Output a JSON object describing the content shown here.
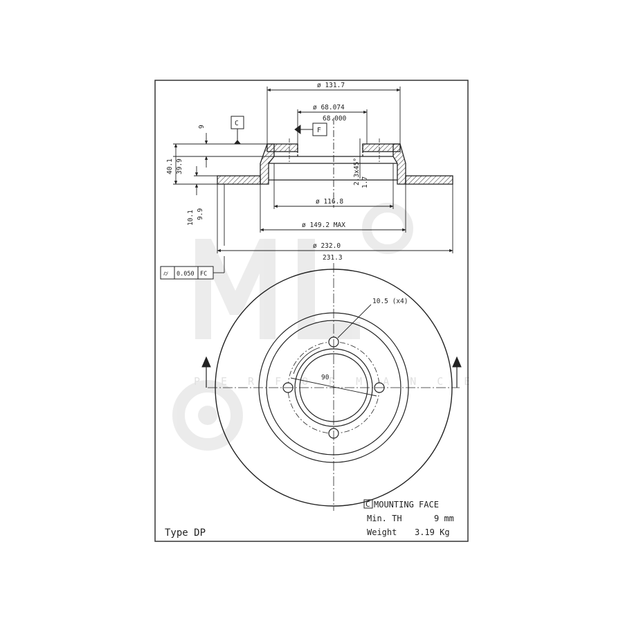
{
  "dimensions": {
    "dia_131_7": "ø 131.7",
    "dia_68_074": "ø 68.074",
    "dia_68_000": "68.000",
    "dia_116_8": "ø 116.8",
    "dia_149_2": "ø 149.2 MAX",
    "dia_232_0": "ø 232.0",
    "dia_231_3": "231.3",
    "height_9": "9",
    "height_40_1": "40.1",
    "height_39_9": "39.9",
    "thick_10_1": "10.1",
    "thick_9_9": "9.9",
    "chamfer_1": "2.3x45°",
    "chamfer_2": "1.7",
    "bolt_hole": "10.5 (x4)",
    "angle": "90"
  },
  "datums": {
    "c": "C",
    "f": "F"
  },
  "tolerance": {
    "symbol": "⌭",
    "value": "0.050",
    "datum": "FC"
  },
  "notes": {
    "mounting_datum": "C",
    "mounting_face": "MOUNTING FACE",
    "min_th_label": "Min. TH",
    "min_th_value": "9 mm",
    "weight_label": "Weight",
    "weight_value": "3.19 Kg",
    "type": "Type DP"
  },
  "watermark": {
    "text": "PERFORMANCE"
  },
  "colors": {
    "line": "#222222",
    "hatch": "#444444",
    "watermark": "#d9d9d9",
    "frame": "#333333"
  }
}
